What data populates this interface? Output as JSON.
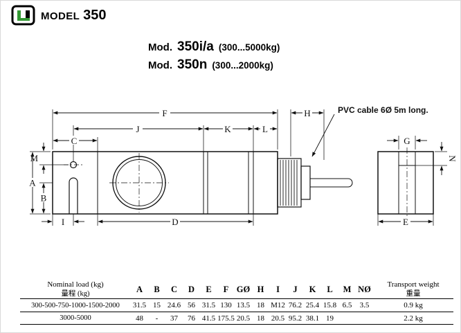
{
  "header": {
    "model_label": "MODEL",
    "model_number": "350"
  },
  "models": [
    {
      "prefix": "Mod.",
      "name": "350i/a",
      "range": "(300...5000kg)"
    },
    {
      "prefix": "Mod.",
      "name": "350n",
      "range": "(300...2000kg)"
    }
  ],
  "drawing": {
    "cable_note": "PVC cable 6Ø 5m long.",
    "labels": {
      "A": "A",
      "B": "B",
      "C": "C",
      "D": "D",
      "E": "E",
      "F": "F",
      "G": "G",
      "H": "H",
      "I": "I",
      "J": "J",
      "K": "K",
      "L": "L",
      "M": "M",
      "N": "N"
    }
  },
  "table": {
    "nominal_load_header": "Nominal load (kg)",
    "nominal_load_header_zh": "量程  (kg)",
    "transport_weight_header": "Transport weight",
    "transport_weight_header_zh": "重量",
    "columns": [
      "A",
      "B",
      "C",
      "D",
      "E",
      "F",
      "GØ",
      "H",
      "I",
      "J",
      "K",
      "L",
      "M",
      "NØ"
    ],
    "rows": [
      {
        "load": "300-500-750-1000-1500-2000",
        "values": [
          "31.5",
          "15",
          "24.6",
          "56",
          "31.5",
          "130",
          "13.5",
          "18",
          "M12",
          "76.2",
          "25.4",
          "15.8",
          "6.5",
          "3.5"
        ],
        "weight": "0.9 kg"
      },
      {
        "load": "3000-5000",
        "values": [
          "48",
          "-",
          "37",
          "76",
          "41.5",
          "175.5",
          "20.5",
          "18",
          "20.5",
          "95.2",
          "38.1",
          "19",
          "",
          ""
        ],
        "weight": "2.2 kg"
      }
    ]
  }
}
